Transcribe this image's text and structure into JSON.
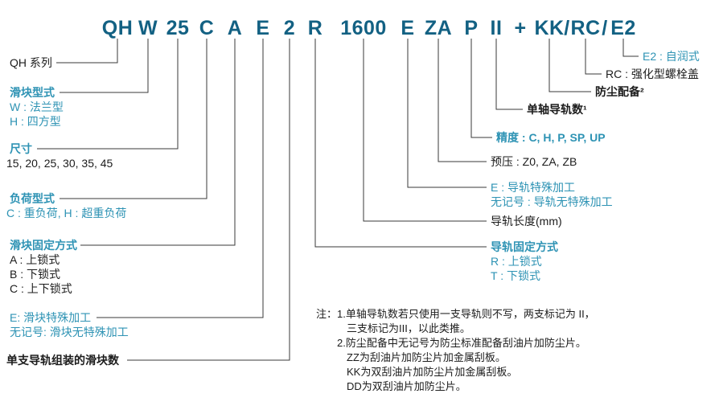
{
  "colors": {
    "code": "#136183",
    "teal": "#2E93B4",
    "black": "#1C1C1C",
    "line": "#3A3A3A"
  },
  "model_code": {
    "segments": [
      {
        "id": "series",
        "text": "QH"
      },
      {
        "id": "block-type",
        "text": "W"
      },
      {
        "id": "size",
        "text": "25"
      },
      {
        "id": "load-type",
        "text": "C"
      },
      {
        "id": "block-fixing",
        "text": "A"
      },
      {
        "id": "block-special",
        "text": "E"
      },
      {
        "id": "blocks-per-rail",
        "text": "2"
      },
      {
        "id": "rail-fixing",
        "text": "R"
      },
      {
        "id": "rail-length",
        "text": "1600"
      },
      {
        "id": "rail-special",
        "text": "E"
      },
      {
        "id": "preload",
        "text": "ZA"
      },
      {
        "id": "accuracy",
        "text": "P"
      },
      {
        "id": "rails-count",
        "text": "II"
      },
      {
        "id": "plus",
        "text": "+"
      },
      {
        "id": "dust",
        "text": "KK"
      },
      {
        "id": "slash1",
        "text": "/"
      },
      {
        "id": "bolt-cap",
        "text": "RC"
      },
      {
        "id": "slash2",
        "text": "/"
      },
      {
        "id": "self-lub",
        "text": "E2"
      }
    ]
  },
  "left_labels": {
    "series": "QH 系列",
    "block_type_title": "滑块型式",
    "block_type_w": "W : 法兰型",
    "block_type_h": "H : 四方型",
    "size_title": "尺寸",
    "size_values": "15, 20, 25, 30, 35, 45",
    "load_title": "负荷型式",
    "load_values": "C : 重负荷, H : 超重负荷",
    "block_fixing_title": "滑块固定方式",
    "block_fixing_a": "A : 上锁式",
    "block_fixing_b": "B : 下锁式",
    "block_fixing_c": "C : 上下锁式",
    "block_special_e": "E: 滑块特殊加工",
    "block_special_none": "无记号: 滑块无特殊加工",
    "blocks_count": "单支导轨组装的滑块数"
  },
  "right_labels": {
    "self_lub": "E2 : 自润式",
    "bolt_cap": "RC : 强化型螺栓盖",
    "dust": "防尘配备²",
    "rails_count": "单轴导轨数¹",
    "accuracy": "精度 : C, H, P, SP, UP",
    "preload": "预压 : Z0, ZA, ZB",
    "rail_special_e": "E : 导轨特殊加工",
    "rail_special_none": "无记号 : 导轨无特殊加工",
    "rail_length": "导轨长度(mm)",
    "rail_fixing_title": "导轨固定方式",
    "rail_fixing_r": "R : 上锁式",
    "rail_fixing_t": "T : 下锁式"
  },
  "notes": {
    "line1": "注：1.单轴导轨数若只使用一支导轨则不写，两支标记为 II，",
    "line2": "三支标记为III，以此类推。",
    "line3": "2.防尘配备中无记号为防尘标准配备刮油片加防尘片。",
    "line4": "ZZ为刮油片加防尘片加金属刮板。",
    "line5": "KK为双刮油片加防尘片加金属刮板。",
    "line6": "DD为双刮油片加防尘片。"
  }
}
